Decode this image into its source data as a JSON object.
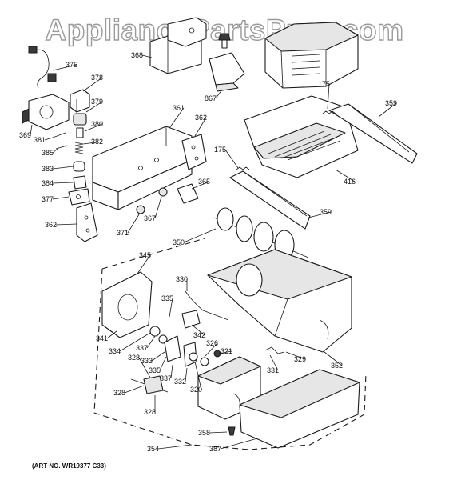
{
  "watermark": "AppliancePartsPros.com",
  "art_number": "(ART NO. WR19377 C33)",
  "callouts": [
    "320",
    "321",
    "326",
    "328",
    "329",
    "330",
    "331",
    "332",
    "333",
    "334",
    "335",
    "337",
    "341",
    "342",
    "345",
    "350",
    "352",
    "354",
    "358",
    "359",
    "361",
    "362",
    "365",
    "367",
    "368",
    "369",
    "371",
    "375",
    "377",
    "378",
    "379",
    "380",
    "381",
    "382",
    "383",
    "384",
    "385",
    "387",
    "416",
    "175",
    "867"
  ]
}
